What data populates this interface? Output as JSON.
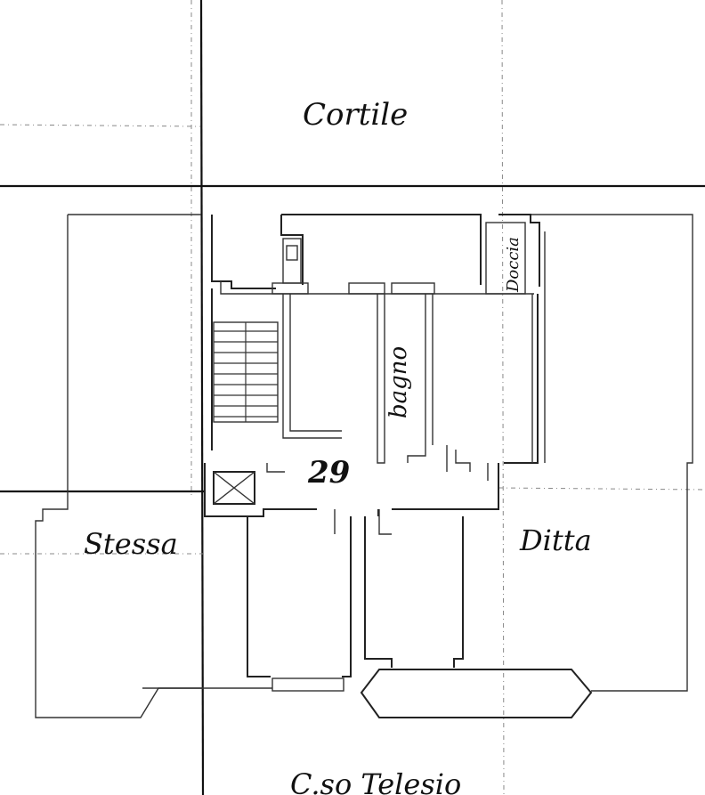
{
  "labels": {
    "courtyard": "Cortile",
    "left_neighbor": "Stessa",
    "right_neighbor": "Ditta",
    "unit_number": "29",
    "bathroom": "bagno",
    "shower": "Doccia",
    "street": "C.so Telesio"
  }
}
